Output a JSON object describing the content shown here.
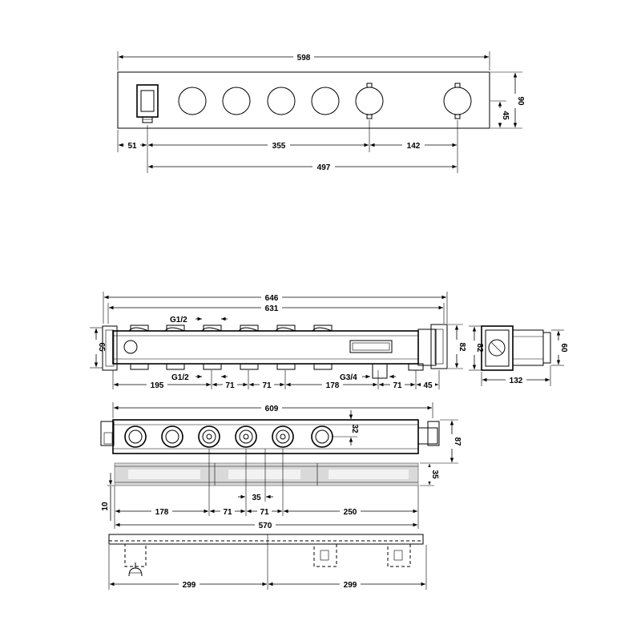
{
  "front_view": {
    "dim_total_width": "598",
    "dim_height": "90",
    "dim_half_height": "45",
    "dim_left_offset": "51",
    "dim_mid_span": "355",
    "dim_right_span": "142",
    "dim_overall_span": "497"
  },
  "side_view": {
    "dim_outer_width": "646",
    "dim_inner_width": "631",
    "dim_height_left": "65",
    "dim_height_right": "82",
    "thread_top": "G1/2",
    "thread_bottom": "G1/2",
    "thread_outlet": "G3/4",
    "dim_195": "195",
    "dim_71_a": "71",
    "dim_71_b": "71",
    "dim_178": "178",
    "dim_71_c": "71",
    "dim_45": "45"
  },
  "end_view": {
    "dim_height": "82",
    "dim_depth": "60",
    "dim_length": "132"
  },
  "top_view": {
    "dim_width": "609",
    "dim_32": "32",
    "dim_87": "87",
    "dim_35_vertical": "35",
    "dim_10": "10",
    "dim_35": "35",
    "dim_178": "178",
    "dim_71_a": "71",
    "dim_71_b": "71",
    "dim_250": "250",
    "dim_570": "570"
  },
  "bottom_view": {
    "dim_left": "299",
    "dim_right": "299"
  }
}
